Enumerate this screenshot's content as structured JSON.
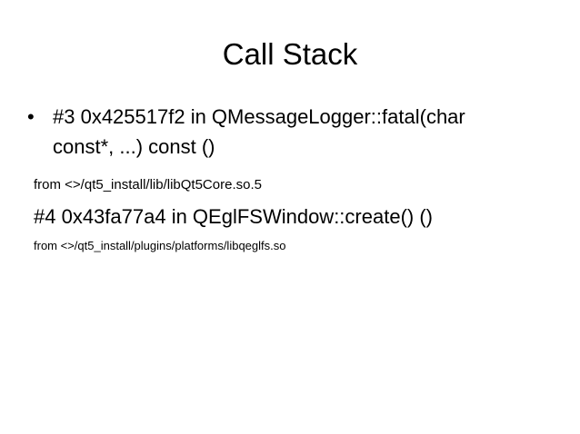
{
  "slide": {
    "title": "Call Stack",
    "bullet": {
      "glyph": "•",
      "line1": "#3  0x425517f2 in QMessageLogger::fatal(char",
      "line2": "const*, ...) const ()"
    },
    "from_1": "from  <>/qt5_install/lib/libQt5Core.so.5",
    "frame_4": "#4  0x43fa77a4 in QEglFSWindow::create() ()",
    "from_2": "from <>/qt5_install/plugins/platforms/libqeglfs.so"
  }
}
